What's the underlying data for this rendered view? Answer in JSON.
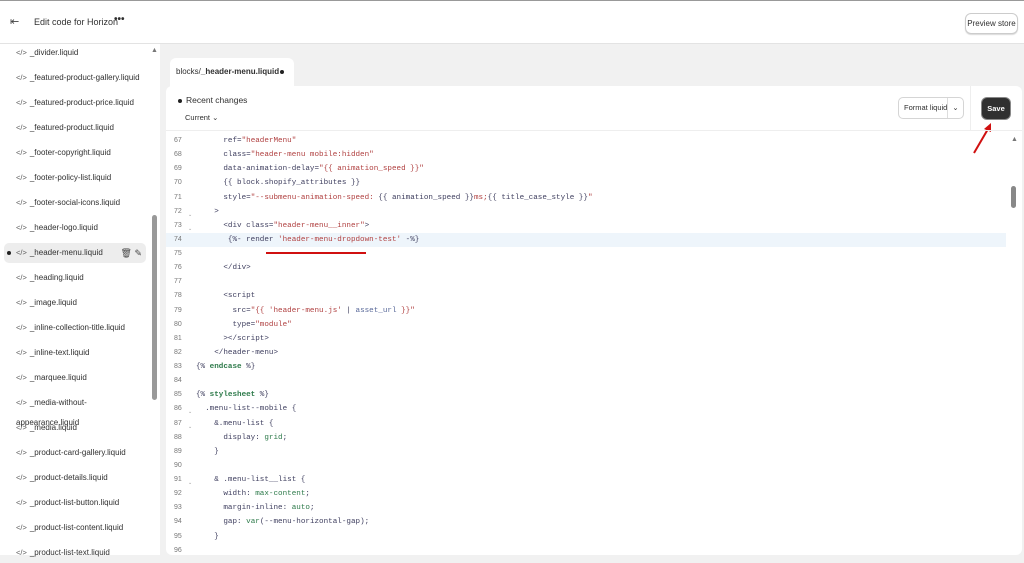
{
  "topbar": {
    "title": "Edit code for Horizon",
    "more": "•••",
    "preview": "Preview store",
    "exit_icon": "exit-icon"
  },
  "sidebar": {
    "items": [
      "_divider.liquid",
      "_featured-product-gallery.liquid",
      "_featured-product-price.liquid",
      "_featured-product.liquid",
      "_footer-copyright.liquid",
      "_footer-policy-list.liquid",
      "_footer-social-icons.liquid",
      "_header-logo.liquid",
      "_header-menu.liquid",
      "_heading.liquid",
      "_image.liquid",
      "_inline-collection-title.liquid",
      "_inline-text.liquid",
      "_marquee.liquid",
      "_media-without-appearance.liquid",
      "_media.liquid",
      "_product-card-gallery.liquid",
      "_product-details.liquid",
      "_product-list-button.liquid",
      "_product-list-content.liquid",
      "_product-list-text.liquid"
    ],
    "active_index": 8,
    "file_icon": "</>"
  },
  "tab": {
    "prefix": "blocks/",
    "name": "_header-menu.liquid"
  },
  "editor": {
    "recent_changes": "Recent changes",
    "current": "Current ⌄",
    "format": "Format liquid",
    "save": "Save",
    "highlight_line": 74,
    "lines": [
      {
        "n": "67",
        "seg": [
          [
            "      ref=",
            "p"
          ],
          [
            "\"headerMenu\"",
            "s"
          ]
        ]
      },
      {
        "n": "68",
        "seg": [
          [
            "      class=",
            "p"
          ],
          [
            "\"header-menu mobile:hidden\"",
            "s"
          ]
        ]
      },
      {
        "n": "69",
        "seg": [
          [
            "      data-animation-delay=",
            "p"
          ],
          [
            "\"{{ animation_speed }}\"",
            "s"
          ]
        ]
      },
      {
        "n": "70",
        "seg": [
          [
            "      {{ block.shopify_attributes }}",
            "p"
          ]
        ]
      },
      {
        "n": "71",
        "seg": [
          [
            "      style=",
            "p"
          ],
          [
            "\"--submenu-animation-speed: ",
            "s"
          ],
          [
            "{{ animation_speed }}",
            "p"
          ],
          [
            "ms;",
            "s"
          ],
          [
            "{{ title_case_style }}",
            "p"
          ],
          [
            "\"",
            "s"
          ]
        ]
      },
      {
        "n": "72",
        "fold": true,
        "seg": [
          [
            "    >",
            "p"
          ]
        ]
      },
      {
        "n": "73",
        "fold": true,
        "seg": [
          [
            "      <div class=",
            "p"
          ],
          [
            "\"header-menu__inner\"",
            "s"
          ],
          [
            ">",
            "p"
          ]
        ]
      },
      {
        "n": "74",
        "seg": [
          [
            "       {%- render ",
            "p"
          ],
          [
            "'header-menu-dropdown-test'",
            "s"
          ],
          [
            " -%}",
            "p"
          ]
        ]
      },
      {
        "n": "75",
        "seg": []
      },
      {
        "n": "76",
        "seg": [
          [
            "      </div>",
            "p"
          ]
        ]
      },
      {
        "n": "77",
        "seg": []
      },
      {
        "n": "78",
        "seg": [
          [
            "      <script",
            "p"
          ]
        ]
      },
      {
        "n": "79",
        "seg": [
          [
            "        src=",
            "p"
          ],
          [
            "\"{{ ",
            "s"
          ],
          [
            "'header-menu.js'",
            "s"
          ],
          [
            " | ",
            "p"
          ],
          [
            "asset_url",
            "v"
          ],
          [
            " }}\"",
            "s"
          ]
        ]
      },
      {
        "n": "80",
        "seg": [
          [
            "        type=",
            "p"
          ],
          [
            "\"module\"",
            "s"
          ]
        ]
      },
      {
        "n": "81",
        "seg": [
          [
            "      ></script>",
            "p"
          ]
        ]
      },
      {
        "n": "82",
        "seg": [
          [
            "    </header-menu>",
            "p"
          ]
        ]
      },
      {
        "n": "83",
        "seg": [
          [
            "{% ",
            "p"
          ],
          [
            "endcase",
            "b"
          ],
          [
            " %}",
            "p"
          ]
        ]
      },
      {
        "n": "84",
        "seg": []
      },
      {
        "n": "85",
        "seg": [
          [
            "{% ",
            "p"
          ],
          [
            "stylesheet",
            "b"
          ],
          [
            " %}",
            "p"
          ]
        ]
      },
      {
        "n": "86",
        "fold": true,
        "seg": [
          [
            "  .menu-list--mobile {",
            "p"
          ]
        ]
      },
      {
        "n": "87",
        "fold": true,
        "seg": [
          [
            "    &.menu-list {",
            "p"
          ]
        ]
      },
      {
        "n": "88",
        "seg": [
          [
            "      display: ",
            "p"
          ],
          [
            "grid",
            "k"
          ],
          [
            ";",
            "p"
          ]
        ]
      },
      {
        "n": "89",
        "seg": [
          [
            "    }",
            "p"
          ]
        ]
      },
      {
        "n": "90",
        "seg": []
      },
      {
        "n": "91",
        "fold": true,
        "seg": [
          [
            "    & .menu-list__list {",
            "p"
          ]
        ]
      },
      {
        "n": "92",
        "seg": [
          [
            "      width: ",
            "p"
          ],
          [
            "max-content",
            "k"
          ],
          [
            ";",
            "p"
          ]
        ]
      },
      {
        "n": "93",
        "seg": [
          [
            "      margin-inline: ",
            "p"
          ],
          [
            "auto",
            "k"
          ],
          [
            ";",
            "p"
          ]
        ]
      },
      {
        "n": "94",
        "seg": [
          [
            "      gap: ",
            "p"
          ],
          [
            "var",
            "k"
          ],
          [
            "(--menu-horizontal-gap);",
            "p"
          ]
        ]
      },
      {
        "n": "95",
        "seg": [
          [
            "    }",
            "p"
          ]
        ]
      },
      {
        "n": "96",
        "seg": []
      }
    ]
  },
  "colors": {
    "annotation": "#d01010",
    "save_bg": "#303030"
  }
}
